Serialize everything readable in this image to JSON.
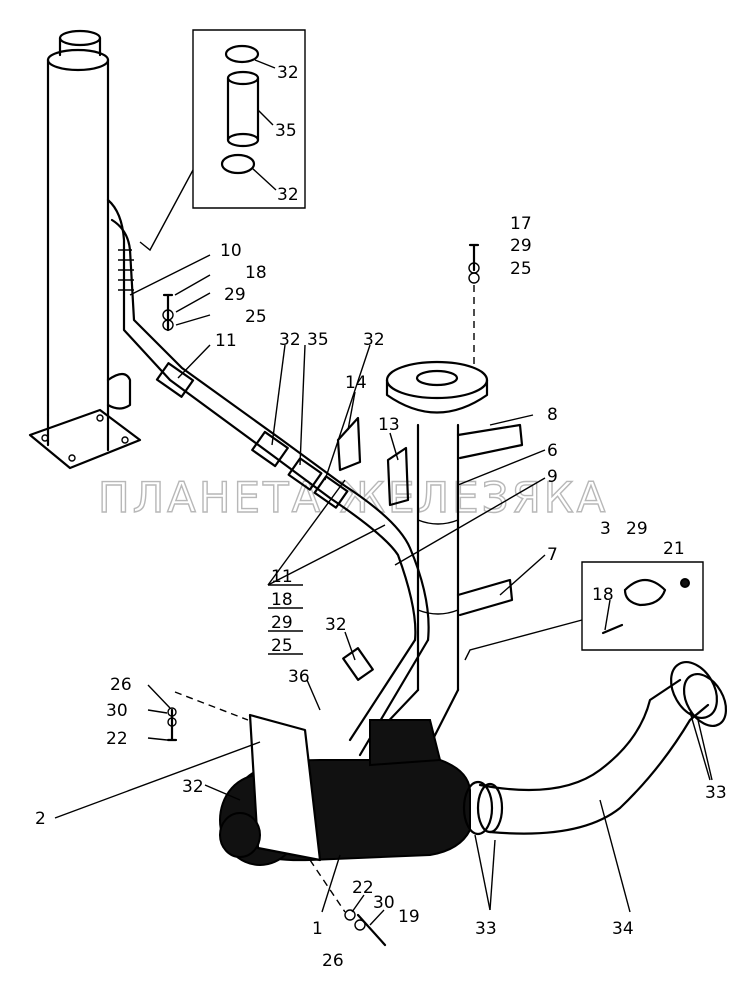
{
  "watermark": "ПЛАНЕТА ЖЕЛЕЗЯКА",
  "callouts": [
    {
      "id": "c32a",
      "text": "32"
    },
    {
      "id": "c35a",
      "text": "35"
    },
    {
      "id": "c32b",
      "text": "32"
    },
    {
      "id": "c10",
      "text": "10"
    },
    {
      "id": "c18a",
      "text": "18"
    },
    {
      "id": "c29a",
      "text": "29"
    },
    {
      "id": "c25a",
      "text": "25"
    },
    {
      "id": "c11a",
      "text": "11"
    },
    {
      "id": "c32c",
      "text": "32"
    },
    {
      "id": "c35b",
      "text": "35"
    },
    {
      "id": "c32d",
      "text": "32"
    },
    {
      "id": "c14",
      "text": "14"
    },
    {
      "id": "c13",
      "text": "13"
    },
    {
      "id": "c17",
      "text": "17"
    },
    {
      "id": "c29b",
      "text": "29"
    },
    {
      "id": "c25b",
      "text": "25"
    },
    {
      "id": "c8",
      "text": "8"
    },
    {
      "id": "c6",
      "text": "6"
    },
    {
      "id": "c9",
      "text": "9"
    },
    {
      "id": "c7",
      "text": "7"
    },
    {
      "id": "c3",
      "text": "3"
    },
    {
      "id": "c29c",
      "text": "29"
    },
    {
      "id": "c21",
      "text": "21"
    },
    {
      "id": "c18b",
      "text": "18"
    },
    {
      "id": "c11b",
      "text": "11"
    },
    {
      "id": "c18c",
      "text": "18"
    },
    {
      "id": "c29d",
      "text": "29"
    },
    {
      "id": "c25c",
      "text": "25"
    },
    {
      "id": "c32e",
      "text": "32"
    },
    {
      "id": "c36",
      "text": "36"
    },
    {
      "id": "c26a",
      "text": "26"
    },
    {
      "id": "c30a",
      "text": "30"
    },
    {
      "id": "c22a",
      "text": "22"
    },
    {
      "id": "c2",
      "text": "2"
    },
    {
      "id": "c32f",
      "text": "32"
    },
    {
      "id": "c33a",
      "text": "33"
    },
    {
      "id": "c33b",
      "text": "33"
    },
    {
      "id": "c34",
      "text": "34"
    },
    {
      "id": "c1",
      "text": "1"
    },
    {
      "id": "c22b",
      "text": "22"
    },
    {
      "id": "c30b",
      "text": "30"
    },
    {
      "id": "c19",
      "text": "19"
    },
    {
      "id": "c26b",
      "text": "26"
    }
  ]
}
